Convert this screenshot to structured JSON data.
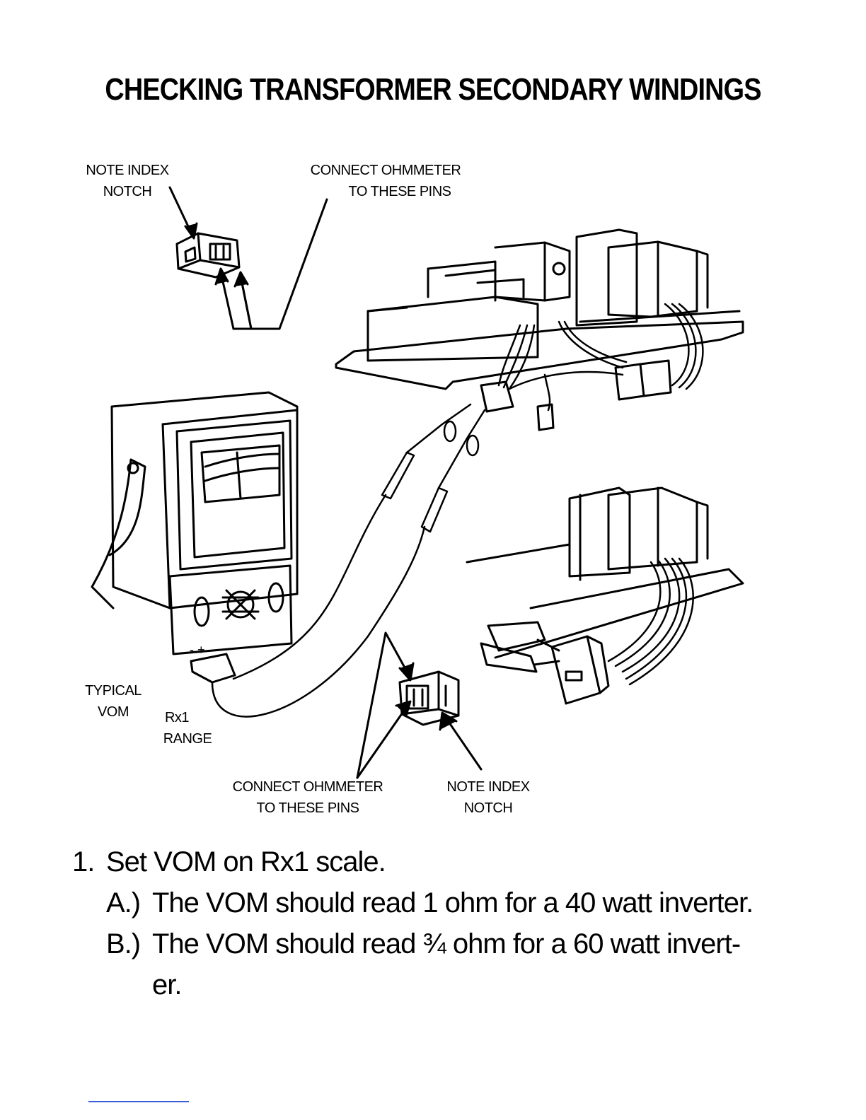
{
  "title": "CHECKING TRANSFORMER SECONDARY WINDINGS",
  "labels": {
    "note_index_notch_top": [
      "NOTE INDEX",
      "NOTCH"
    ],
    "connect_ohmmeter_top": [
      "CONNECT OHMMETER",
      "TO THESE PINS"
    ],
    "typical_vom": [
      "TYPICAL",
      "VOM"
    ],
    "rx1_range": [
      "Rx1",
      "RANGE"
    ],
    "connect_ohmmeter_bottom": [
      "CONNECT OHMMETER",
      "TO THESE PINS"
    ],
    "note_index_notch_bottom": [
      "NOTE INDEX",
      "NOTCH"
    ]
  },
  "instructions": {
    "step1_num": "1.",
    "step1": "Set VOM on Rx1 scale.",
    "a_label": "A.)",
    "a_text": "The VOM should read 1 ohm for a 40 watt inverter.",
    "b_label": "B.)",
    "b_text_line1": "The VOM should read ¾ ohm for a 60 watt invert-",
    "b_text_line2": "er."
  },
  "colors": {
    "ink": "#000000",
    "background": "#ffffff",
    "footer_rule": "#3b5fd9"
  }
}
